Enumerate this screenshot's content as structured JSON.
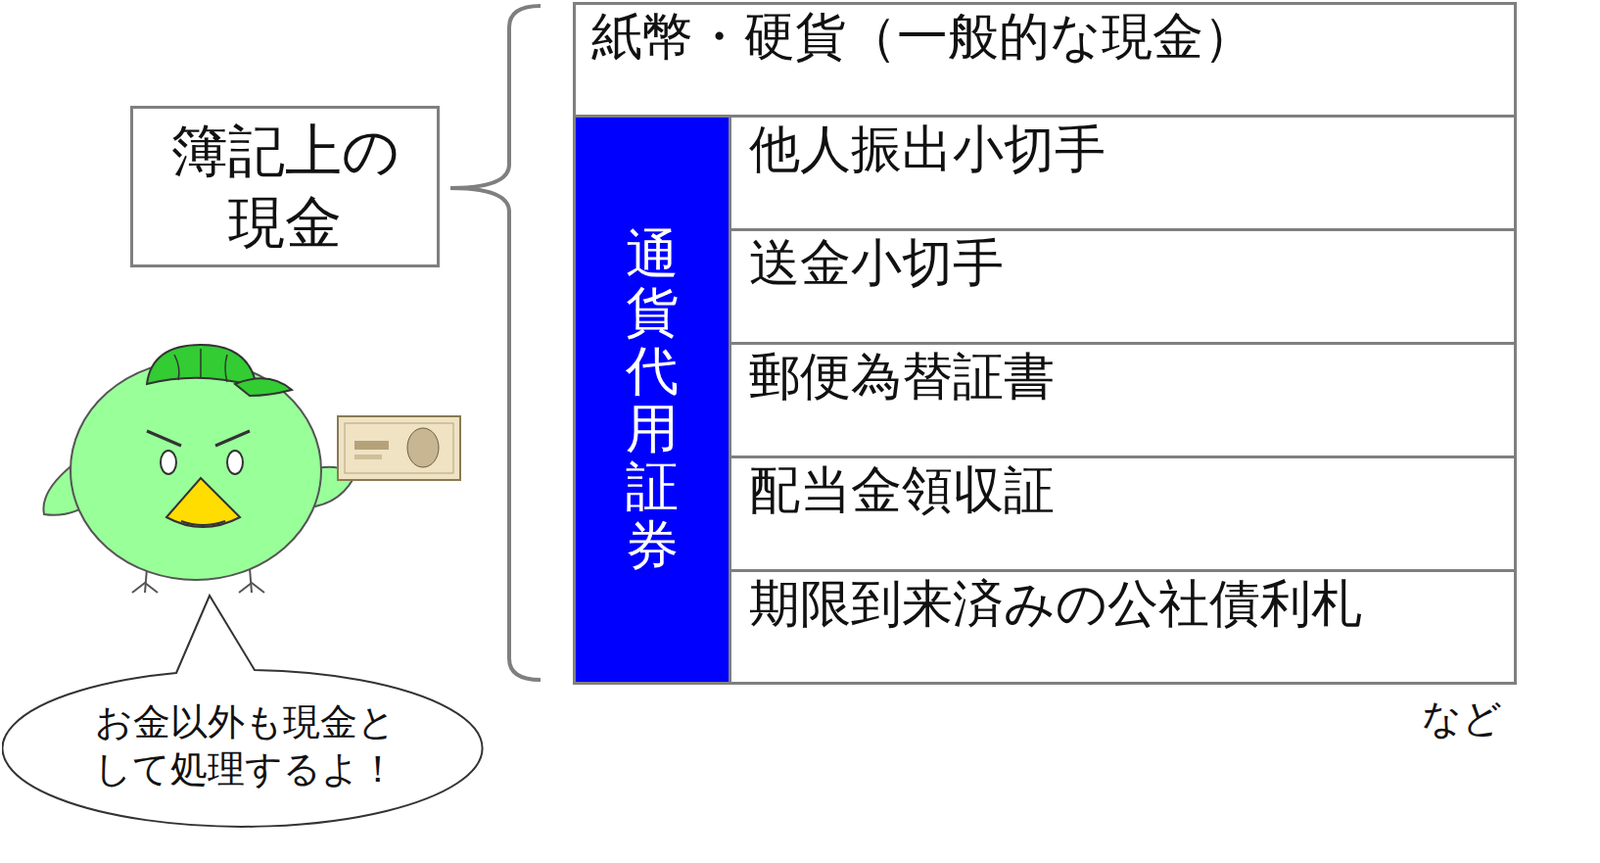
{
  "diagram": {
    "nodes": [
      {
        "text": [
          "簿記上の現金"
        ]
      },
      {
        "text": [
          "紙幣・硬貨（一般的な現金）"
        ]
      },
      {
        "text": [
          "通貨代用証券"
        ]
      },
      {
        "text": [
          "他人振出小切手"
        ]
      },
      {
        "text": [
          "送金小切手"
        ]
      },
      {
        "text": [
          "郵便為替証書"
        ]
      },
      {
        "text": [
          "配当金領収証"
        ]
      },
      {
        "text": [
          "期限到来済みの公社債利札"
        ]
      },
      {
        "text": [
          "お金以外も現金として処理するよ！"
        ]
      }
    ],
    "labels": [
      "など"
    ]
  }
}
